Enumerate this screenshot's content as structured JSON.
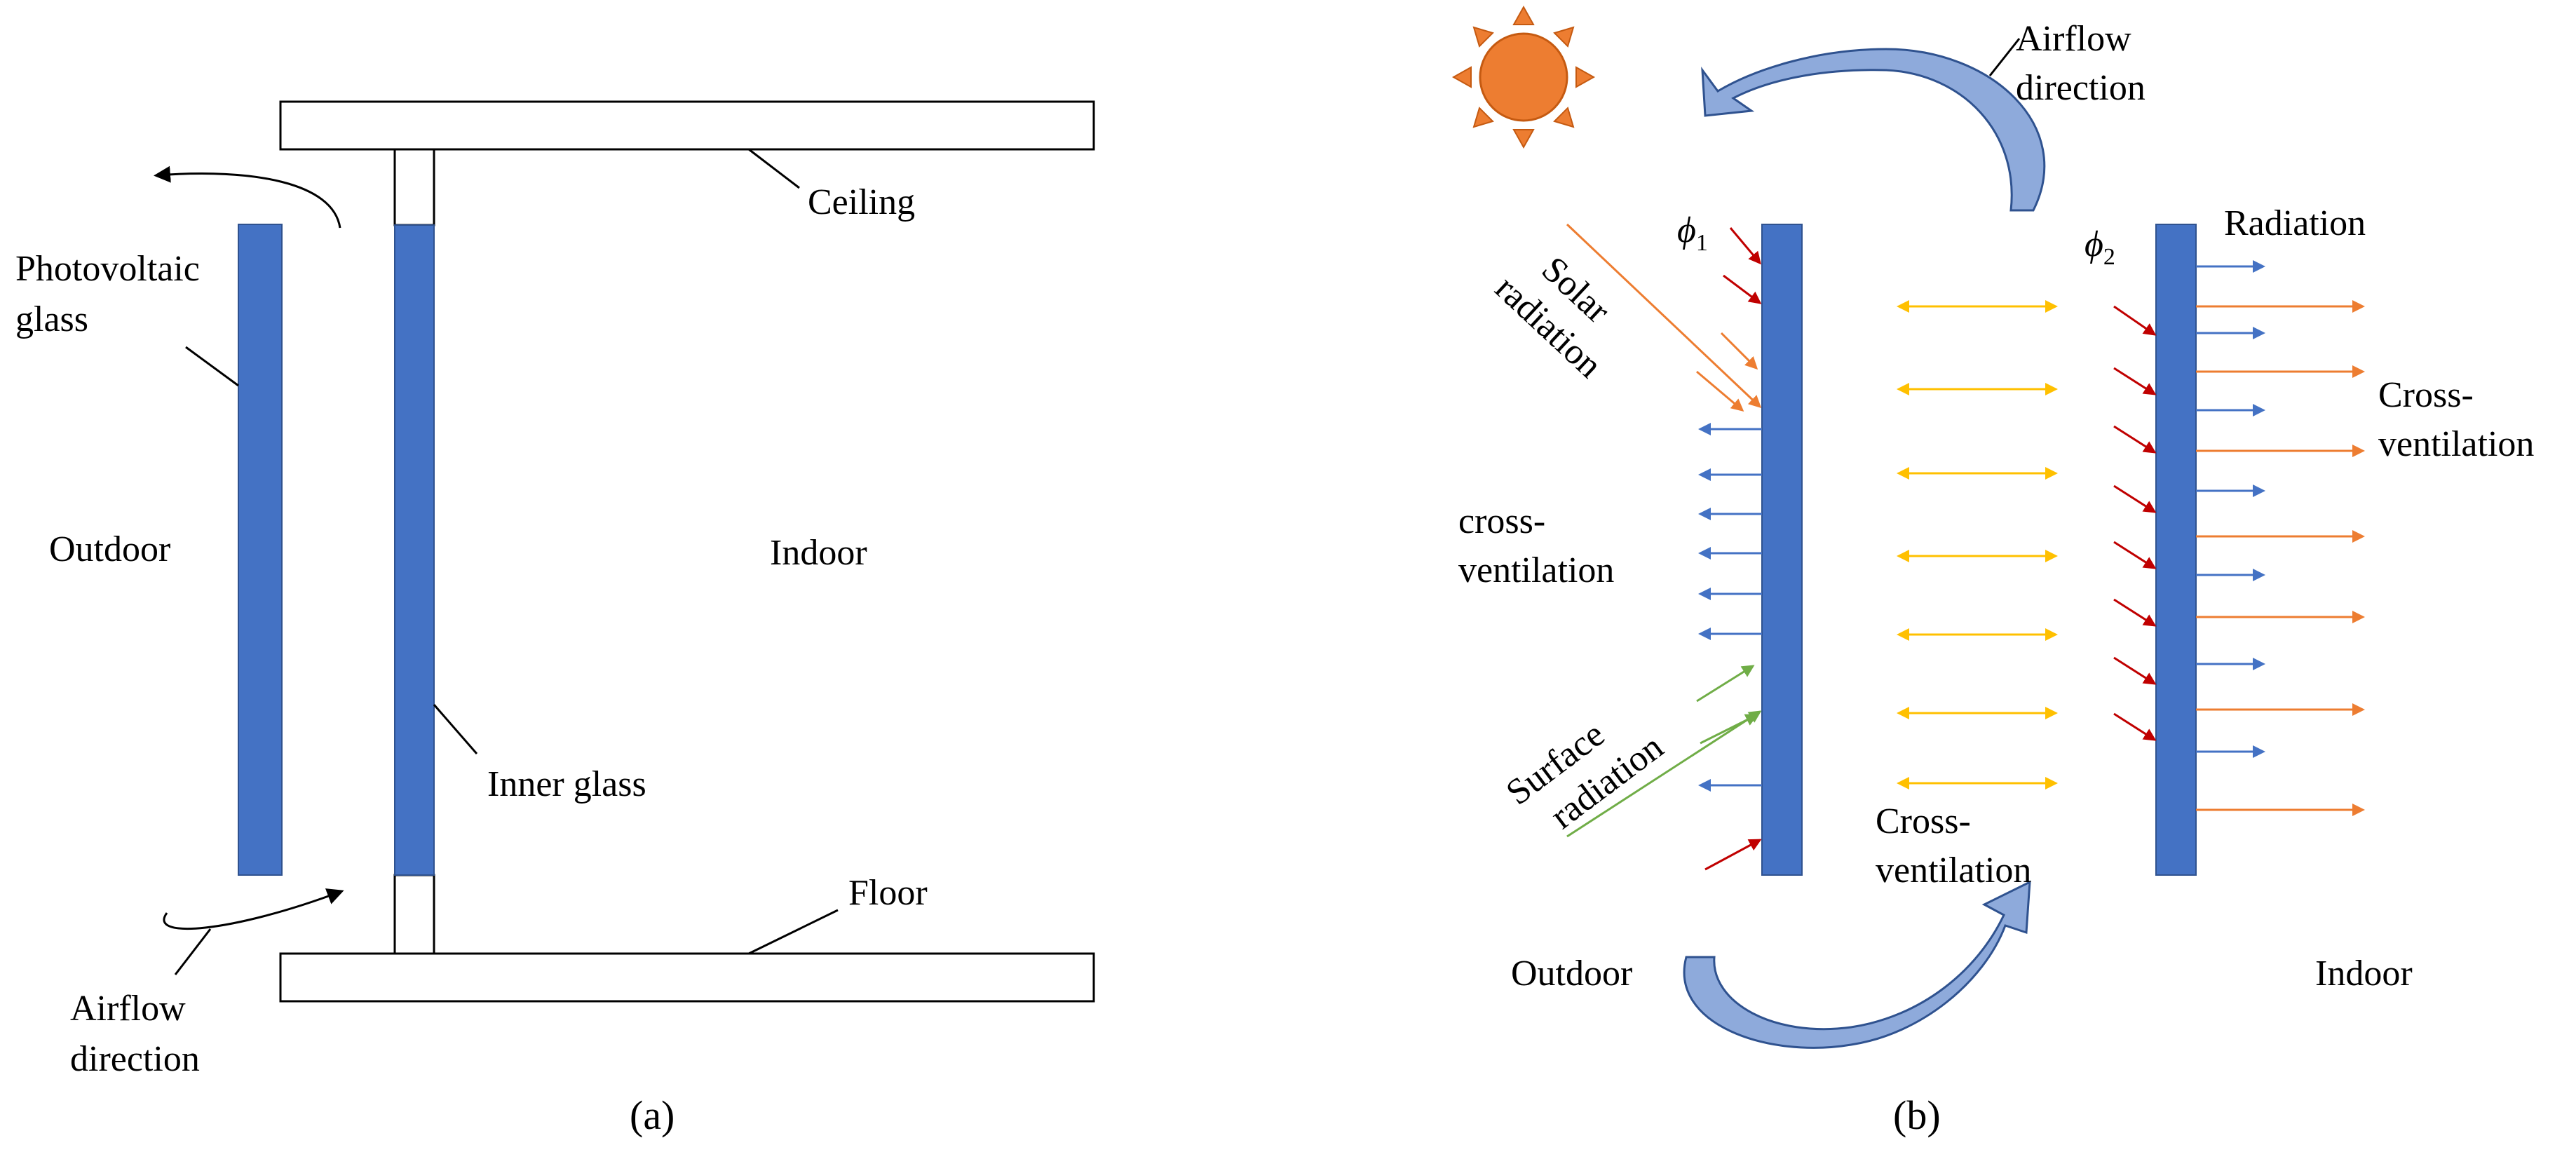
{
  "panel_a": {
    "caption": "(a)",
    "labels": {
      "ceiling": "Ceiling",
      "pv_line1": "Photovoltaic",
      "pv_line2": "glass",
      "outdoor": "Outdoor",
      "indoor": "Indoor",
      "inner_glass": "Inner glass",
      "floor": "Floor",
      "airflow_line1": "Airflow",
      "airflow_line2": "direction"
    }
  },
  "panel_b": {
    "caption": "(b)",
    "labels": {
      "airflow_line1": "Airflow",
      "airflow_line2": "direction",
      "phi1": "ϕ",
      "phi1_sub": "1",
      "phi2": "ϕ",
      "phi2_sub": "2",
      "radiation": "Radiation",
      "solar_line1": "Solar",
      "solar_line2": "radiation",
      "cross_left_line1": "cross-",
      "cross_left_line2": "ventilation",
      "cross_right_line1": "Cross-",
      "cross_right_line2": "ventilation",
      "cross_mid_line1": "Cross-",
      "cross_mid_line2": "ventilation",
      "surface_line1": "Surface",
      "surface_line2": "radiation",
      "outdoor": "Outdoor",
      "indoor": "Indoor"
    }
  },
  "colors": {
    "glass_blue": "#4472c4",
    "sun_orange": "#ed7d31",
    "yellow_arrow": "#ffc000",
    "green_arrow": "#70ad47",
    "red_arrow": "#c00000",
    "airflow_curve": "#8eaadb"
  }
}
